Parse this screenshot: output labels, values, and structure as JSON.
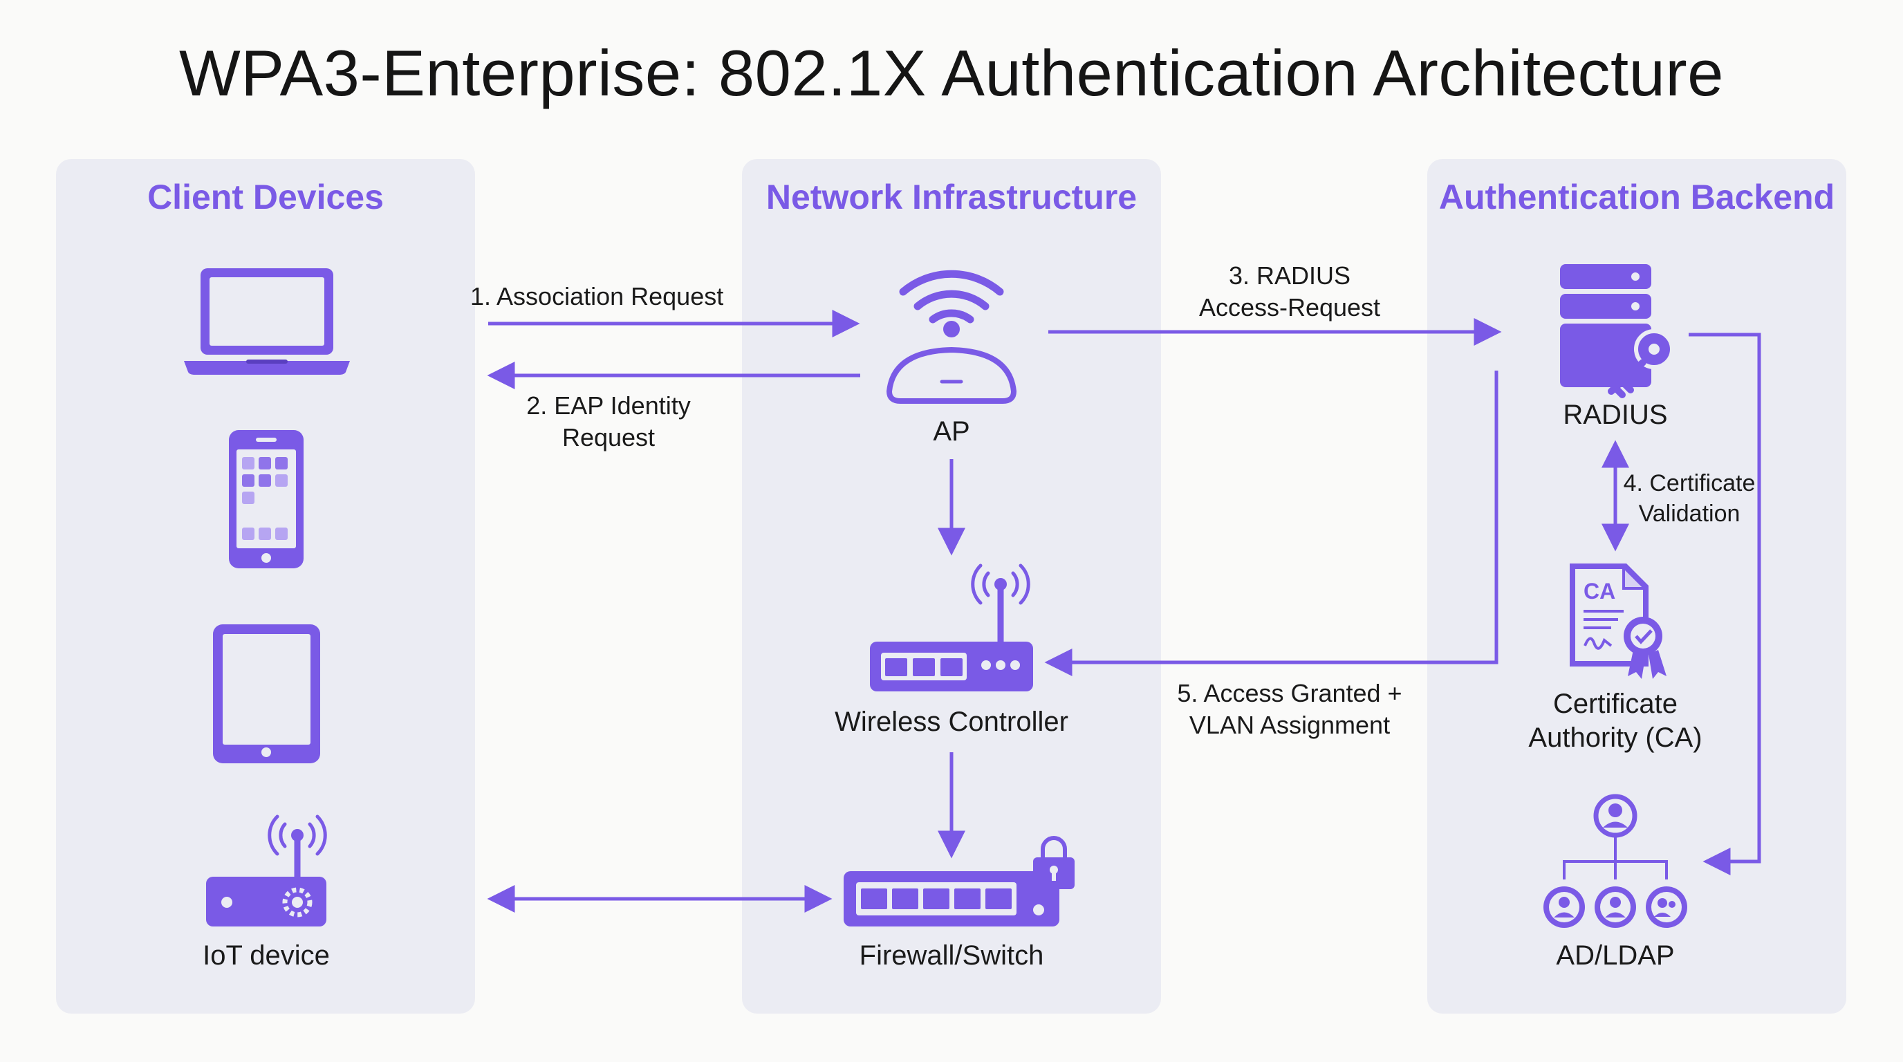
{
  "title": "WPA3-Enterprise: 802.1X Authentication Architecture",
  "colors": {
    "accent": "#7a5ae6",
    "panel": "#ebecf3",
    "background": "#fafaf9",
    "text": "#1a1a1a"
  },
  "panels": {
    "client": {
      "title": "Client Devices"
    },
    "network": {
      "title": "Network Infrastructure"
    },
    "auth": {
      "title": "Authentication Backend"
    }
  },
  "client_devices": [
    {
      "icon": "laptop-icon",
      "label": ""
    },
    {
      "icon": "smartphone-icon",
      "label": ""
    },
    {
      "icon": "tablet-icon",
      "label": ""
    },
    {
      "icon": "iot-device-icon",
      "label": "IoT device"
    }
  ],
  "network_nodes": {
    "ap": {
      "icon": "access-point-icon",
      "label": "AP"
    },
    "controller": {
      "icon": "wireless-controller-icon",
      "label": "Wireless Controller"
    },
    "firewall": {
      "icon": "firewall-switch-icon",
      "label": "Firewall/Switch"
    }
  },
  "auth_nodes": {
    "radius": {
      "icon": "radius-server-icon",
      "label": "RADIUS"
    },
    "ca": {
      "icon": "certificate-icon",
      "label_line1": "Certificate",
      "label_line2": "Authority (CA)"
    },
    "ad": {
      "icon": "ad-ldap-icon",
      "label": "AD/LDAP"
    }
  },
  "flows": {
    "step1": {
      "line1": "1. Association Request"
    },
    "step2": {
      "line1": "2. EAP Identity",
      "line2": "Request"
    },
    "step3": {
      "line1": "3. RADIUS",
      "line2": "Access-Request"
    },
    "step4": {
      "line1": "4. Certificate",
      "line2": "Validation"
    },
    "step5": {
      "line1": "5. Access Granted +",
      "line2": "VLAN Assignment"
    }
  }
}
